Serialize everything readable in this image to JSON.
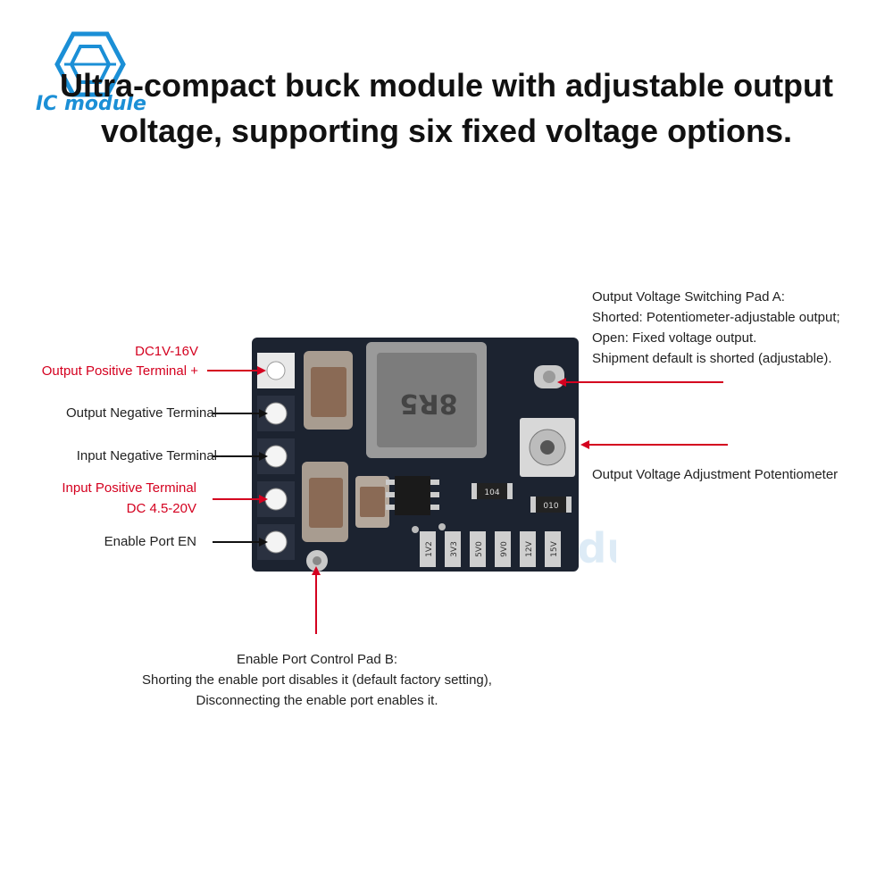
{
  "header": {
    "logo_text": "IC module",
    "title_line1": "Ultra-compact buck module with adjustable output",
    "title_line2": "voltage, supporting six fixed voltage options."
  },
  "labels": {
    "out_pos_line1": "DC1V-16V",
    "out_pos_line2": "Output Positive Terminal +",
    "out_neg": "Output Negative Terminal-",
    "in_neg": "Input Negative Terminal-",
    "in_pos_line1": "Input Positive Terminal",
    "in_pos_line2": "DC 4.5-20V",
    "enable": "Enable Port EN",
    "pad_a_line1": "Output Voltage Switching Pad A:",
    "pad_a_line2": "Shorted: Potentiometer-adjustable output;",
    "pad_a_line3": "Open: Fixed voltage output.",
    "pad_a_line4": "Shipment default is shorted (adjustable).",
    "pot": "Output Voltage Adjustment Potentiometer",
    "pad_b_line1": "Enable Port Control Pad B:",
    "pad_b_line2": "Shorting the enable port disables it (default factory setting),",
    "pad_b_line3": "Disconnecting the enable port enables it."
  },
  "board": {
    "inductor_marking": "8R5",
    "resistor_marking_1": "104",
    "resistor_marking_2": "010",
    "voltage_pads": [
      "1V2",
      "3V3",
      "5V0",
      "9V0",
      "12V",
      "15V"
    ],
    "watermark": "IC module"
  },
  "colors": {
    "accent_red": "#d4001f",
    "logo_blue": "#1b8fd6",
    "pcb": "#1c2330"
  }
}
